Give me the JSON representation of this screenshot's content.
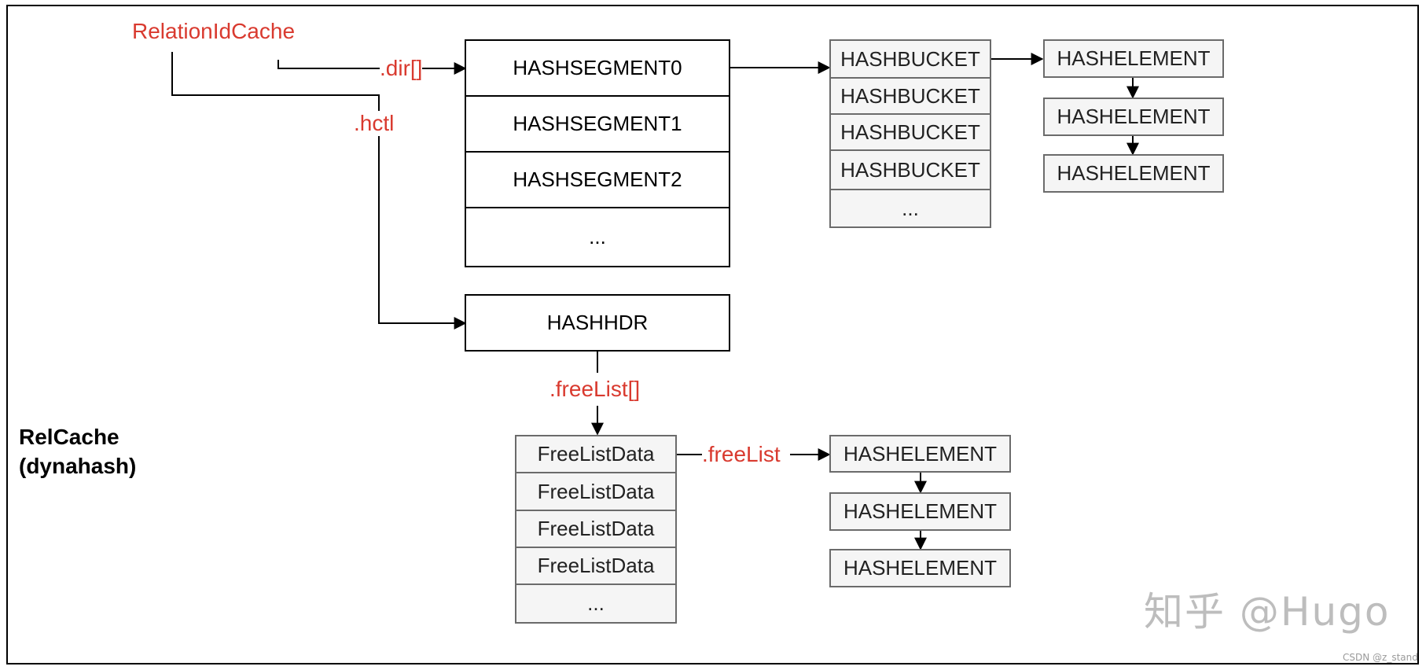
{
  "labels": {
    "relation_id_cache": "RelationIdCache",
    "dir": ".dir[]",
    "hctl": ".hctl",
    "free_list_array": ".freeList[]",
    "free_list": ".freeList",
    "title_line1": "RelCache",
    "title_line2": "(dynahash)"
  },
  "hash_segments": [
    "HASHSEGMENT0",
    "HASHSEGMENT1",
    "HASHSEGMENT2",
    "..."
  ],
  "hash_buckets": [
    "HASHBUCKET",
    "HASHBUCKET",
    "HASHBUCKET",
    "HASHBUCKET",
    "..."
  ],
  "bucket_elements": [
    "HASHELEMENT",
    "HASHELEMENT",
    "HASHELEMENT"
  ],
  "hashhdr": "HASHHDR",
  "freelist_data": [
    "FreeListData",
    "FreeListData",
    "FreeListData",
    "FreeListData",
    "..."
  ],
  "free_elements": [
    "HASHELEMENT",
    "HASHELEMENT",
    "HASHELEMENT"
  ],
  "watermark": {
    "text": "知乎 @Hugo",
    "csdn": "CSDN @z_stand"
  },
  "colors": {
    "accent_red": "#d93a2f",
    "box_fill_gray": "#f5f5f5",
    "box_border_gray": "#6b6b6b"
  }
}
